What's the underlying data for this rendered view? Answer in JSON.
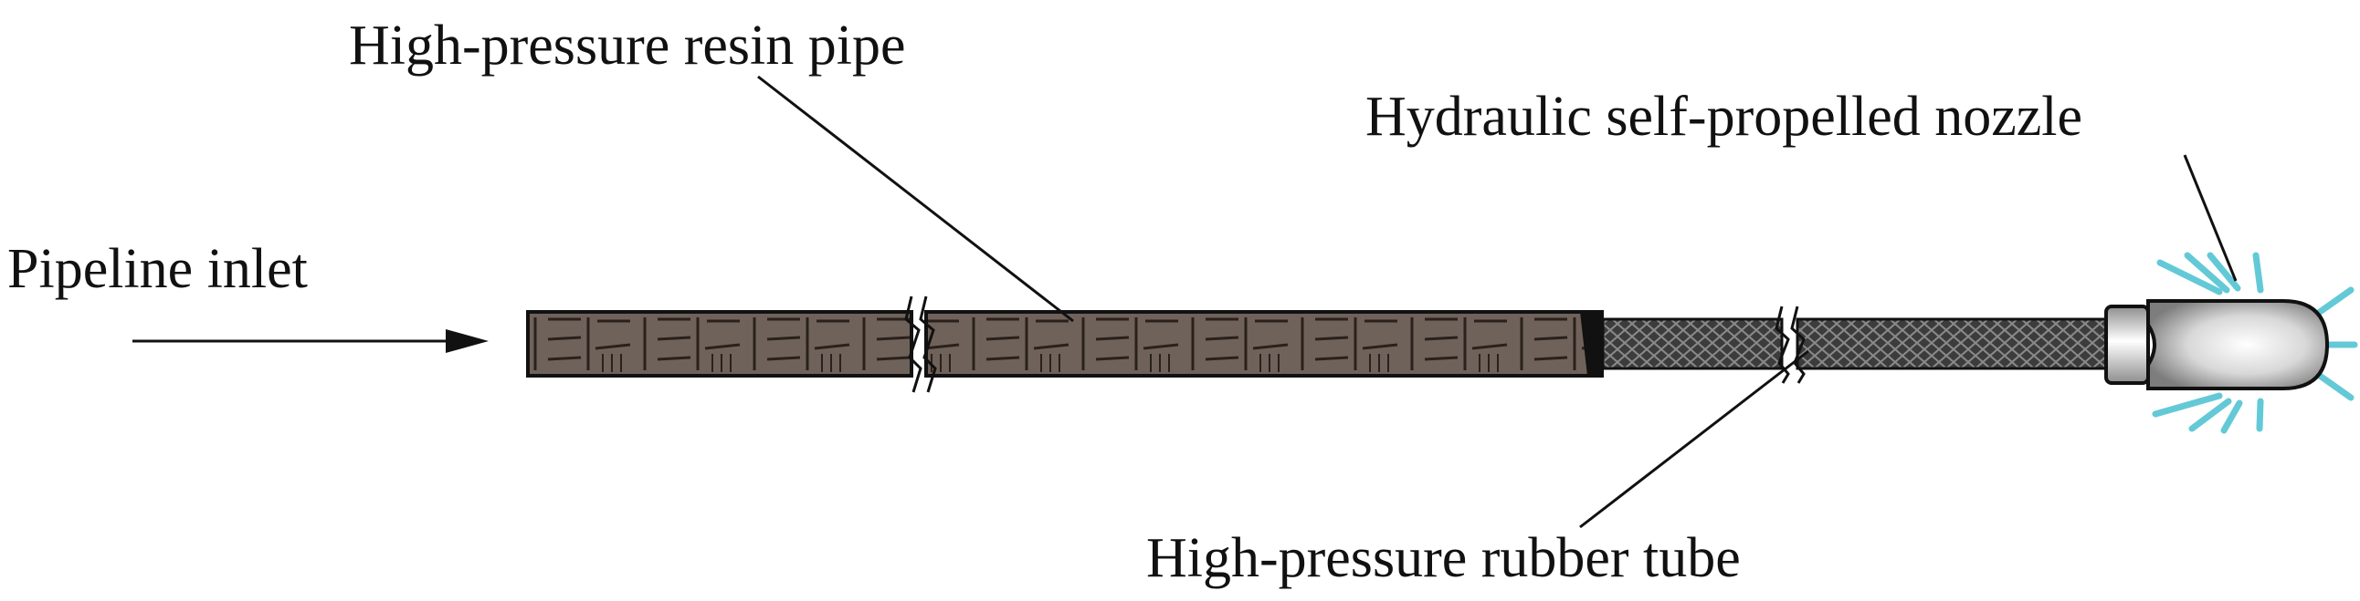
{
  "labels": {
    "resin_pipe": "High-pressure resin pipe",
    "nozzle": "Hydraulic self-propelled nozzle",
    "inlet": "Pipeline inlet",
    "rubber_tube": "High-pressure rubber tube"
  },
  "colors": {
    "resin_pipe": "#6f625a",
    "resin_pattern": "#2a211c",
    "rubber_tube": "#3c3c3c",
    "rubber_weave": "#8a8a8a",
    "nozzle_metal": "#cfcfcf",
    "water_spray": "#63c9d6",
    "line": "#111111"
  }
}
